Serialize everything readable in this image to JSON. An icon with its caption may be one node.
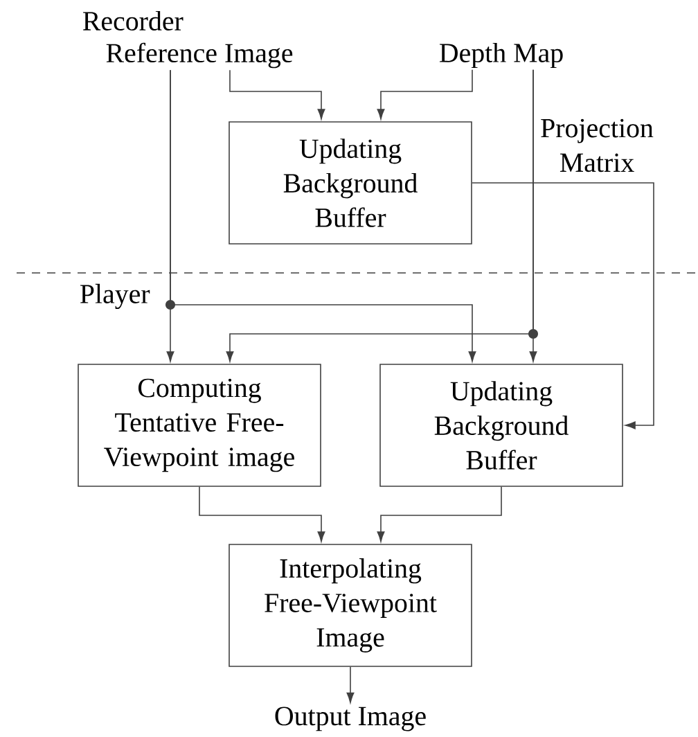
{
  "diagram": {
    "nodes": [
      {
        "text": [
          "Reference Image"
        ]
      },
      {
        "text": [
          "Depth Map"
        ]
      },
      {
        "text": [
          "Updating Background Buffer"
        ]
      },
      {
        "text": [
          "Computing Tentative Free-Viewpoint image"
        ]
      },
      {
        "text": [
          "Updating Background Buffer"
        ]
      },
      {
        "text": [
          "Interpolating Free-Viewpoint Image"
        ]
      },
      {
        "text": [
          "Output Image"
        ]
      }
    ],
    "edges": [
      {
        "from": 0,
        "to": 2,
        "arrow": "to"
      },
      {
        "from": 1,
        "to": 2,
        "arrow": "to"
      },
      {
        "from": 0,
        "to": 3,
        "arrow": "to"
      },
      {
        "from": 0,
        "to": 4,
        "arrow": "to"
      },
      {
        "from": 1,
        "to": 4,
        "arrow": "to"
      },
      {
        "from": 1,
        "to": 3,
        "arrow": "to"
      },
      {
        "from": 2,
        "to": 4,
        "arrow": "to",
        "label": "Projection Matrix"
      },
      {
        "from": 3,
        "to": 5,
        "arrow": "to"
      },
      {
        "from": 4,
        "to": 5,
        "arrow": "to"
      },
      {
        "from": 5,
        "to": 6,
        "arrow": "to"
      }
    ],
    "labels": [
      "Recorder",
      "Player"
    ]
  }
}
